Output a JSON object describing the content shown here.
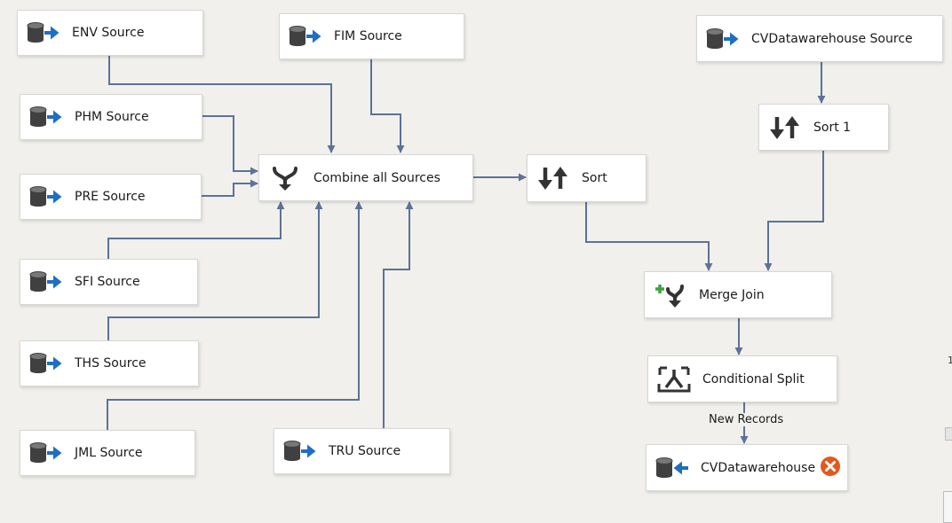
{
  "components": {
    "env_source": "ENV Source",
    "fim_source": "FIM Source",
    "cvdw_source": "CVDatawarehouse Source",
    "phm_source": "PHM Source",
    "pre_source": "PRE Source",
    "sfi_source": "SFI Source",
    "ths_source": "THS Source",
    "jml_source": "JML Source",
    "tru_source": "TRU Source",
    "combine": "Combine all Sources",
    "sort": "Sort",
    "sort1": "Sort 1",
    "merge_join": "Merge Join",
    "conditional_split": "Conditional Split",
    "cvdw_destination": "CVDatawarehouse"
  },
  "edges": {
    "new_records_label": "New Records"
  },
  "edge_margin_text": "1",
  "icons": {
    "source": "source-adapter-icon",
    "union_all": "union-all-icon",
    "sort": "sort-icon",
    "merge_join": "merge-join-icon",
    "conditional_split": "conditional-split-icon",
    "destination": "destination-adapter-icon",
    "error": "error-icon"
  },
  "colors": {
    "canvas": "#f1f0ec",
    "connector": "#5c7298",
    "arrow_blue": "#1e6fc4",
    "plus_green": "#3da43d",
    "error_orange": "#e2581f"
  }
}
